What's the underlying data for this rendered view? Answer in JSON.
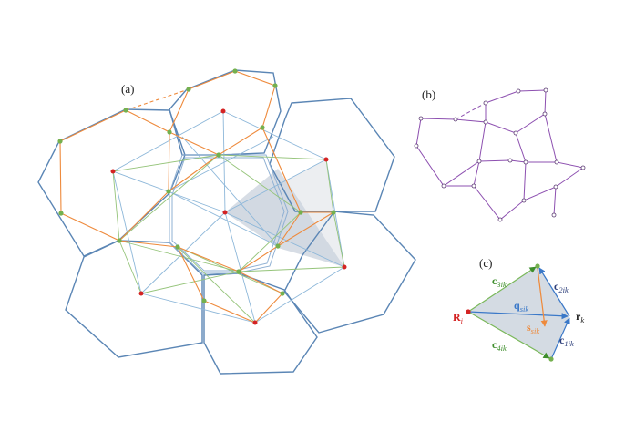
{
  "panels": {
    "a": "(a)",
    "b": "(b)",
    "c": "(c)"
  },
  "vectors": {
    "c3": {
      "main": "c",
      "sub": "3ik",
      "color": "#3e8e2c"
    },
    "c2": {
      "main": "c",
      "sub": "2ik",
      "color": "#2c3e7a"
    },
    "q": {
      "main": "q",
      "sub": "sik",
      "color": "#3a78c8"
    },
    "r": {
      "main": "r",
      "sub": "k",
      "color": "#222222"
    },
    "R": {
      "main": "R",
      "sub": "i",
      "color": "#d42323"
    },
    "s": {
      "main": "s",
      "sub": "sik",
      "color": "#ee8a3c"
    },
    "c1": {
      "main": "c",
      "sub": "1ik",
      "color": "#2c3e7a"
    },
    "c4": {
      "main": "c",
      "sub": "4ik",
      "color": "#3e8e2c"
    }
  },
  "colors": {
    "voronoi": "#5b86b5",
    "delaunay_blue": "#8db7d9",
    "delaunay_green": "#95c47a",
    "orange_edges": "#ee8a3c",
    "vertex_red": "#d42323",
    "vertex_green": "#74b04e",
    "network_purple": "#8d50b0"
  }
}
